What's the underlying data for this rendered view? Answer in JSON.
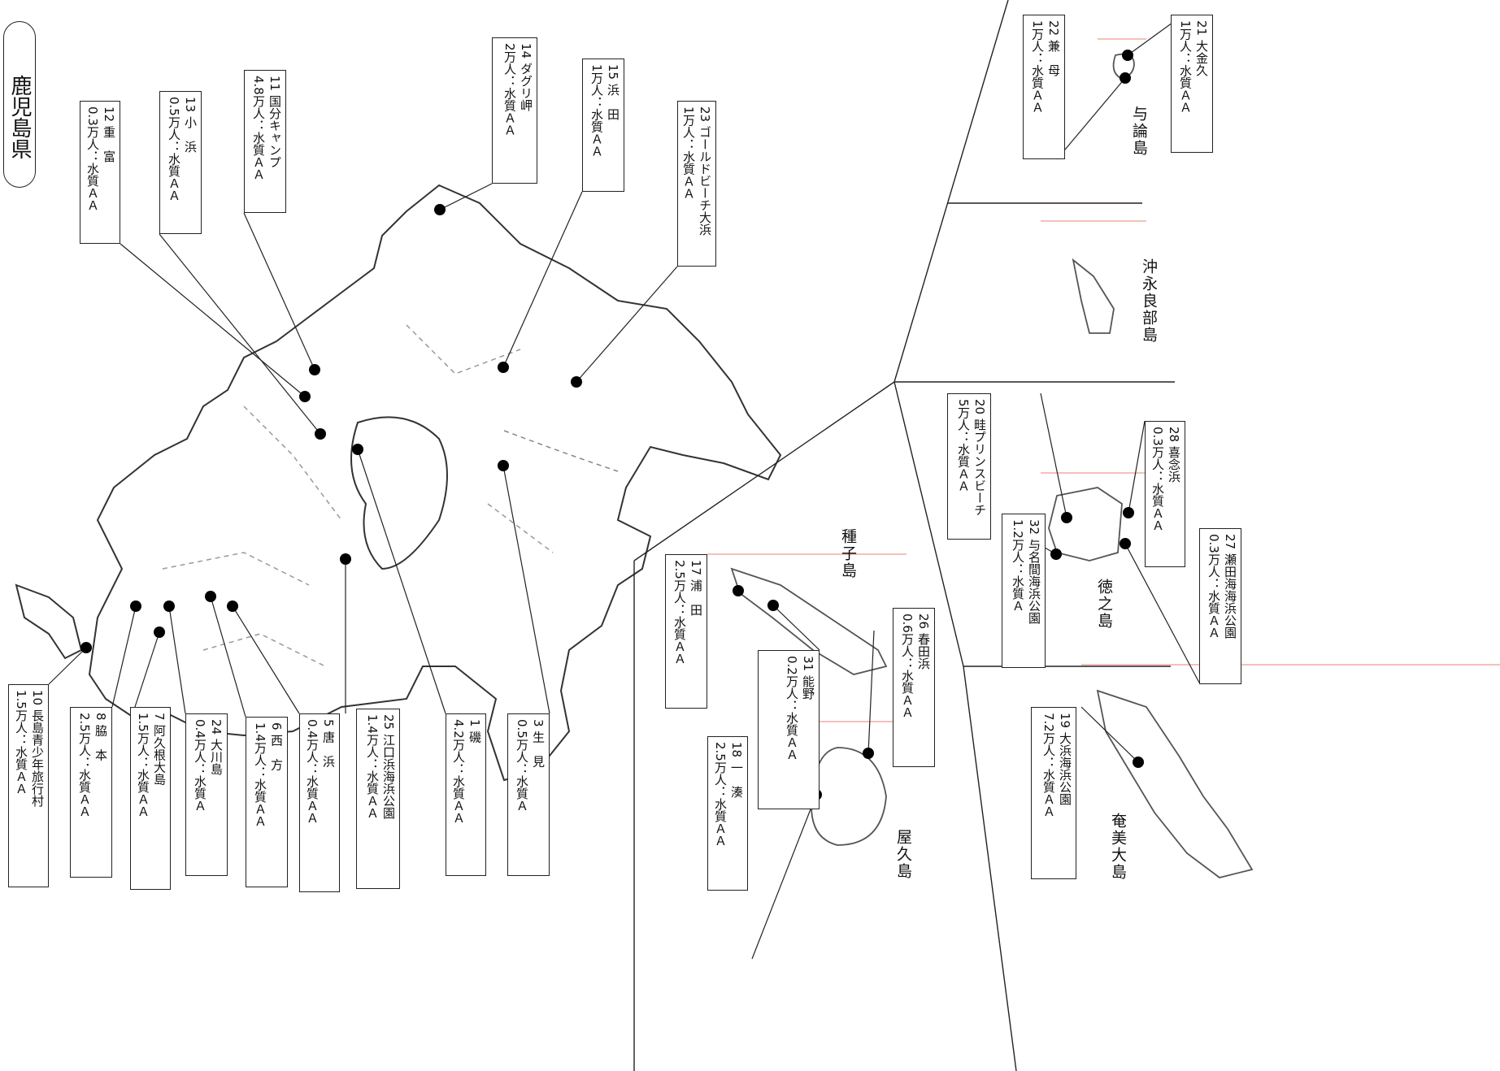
{
  "prefecture": "鹿児島県",
  "beaches": [
    {
      "id": "1",
      "no": "1",
      "name": "磯",
      "visitors": "4.2万人",
      "quality": "水質ＡＡ"
    },
    {
      "id": "3",
      "no": "3",
      "name": "生　見",
      "visitors": "0.5万人",
      "quality": "水質Ａ"
    },
    {
      "id": "5",
      "no": "5",
      "name": "唐　浜",
      "visitors": "0.4万人",
      "quality": "水質ＡＡ"
    },
    {
      "id": "6",
      "no": "6",
      "name": "西　方",
      "visitors": "1.4万人",
      "quality": "水質ＡＡ"
    },
    {
      "id": "7",
      "no": "7",
      "name": "阿久根大島",
      "visitors": "1.5万人",
      "quality": "水質ＡＡ"
    },
    {
      "id": "8",
      "no": "8",
      "name": "脇　本",
      "visitors": "2.5万人",
      "quality": "水質ＡＡ"
    },
    {
      "id": "10",
      "no": "10",
      "name": "長島青少年旅行村",
      "visitors": "1.5万人",
      "quality": "水質ＡＡ"
    },
    {
      "id": "11",
      "no": "11",
      "name": "国分キャンプ",
      "visitors": "4.8万人",
      "quality": "水質ＡＡ"
    },
    {
      "id": "12",
      "no": "12",
      "name": "重　富",
      "visitors": "0.3万人",
      "quality": "水質ＡＡ"
    },
    {
      "id": "13",
      "no": "13",
      "name": "小　浜",
      "visitors": "0.5万人",
      "quality": "水質ＡＡ"
    },
    {
      "id": "14",
      "no": "14",
      "name": "ダグリ岬",
      "visitors": "2万人",
      "quality": "水質ＡＡ"
    },
    {
      "id": "15",
      "no": "15",
      "name": "浜　田",
      "visitors": "1万人",
      "quality": "水質ＡＡ"
    },
    {
      "id": "17",
      "no": "17",
      "name": "浦　田",
      "visitors": "2.5万人",
      "quality": "水質ＡＡ"
    },
    {
      "id": "18",
      "no": "18",
      "name": "一　湊",
      "visitors": "2.5万人",
      "quality": "水質ＡＡ"
    },
    {
      "id": "19",
      "no": "19",
      "name": "大浜海浜公園",
      "visitors": "7.2万人",
      "quality": "水質ＡＡ"
    },
    {
      "id": "20",
      "no": "20",
      "name": "畦プリンスビーチ",
      "visitors": "5万人",
      "quality": "水質ＡＡ"
    },
    {
      "id": "21",
      "no": "21",
      "name": "大金久",
      "visitors": "1万人",
      "quality": "水質ＡＡ"
    },
    {
      "id": "22",
      "no": "22",
      "name": "兼　母",
      "visitors": "1万人",
      "quality": "水質ＡＡ"
    },
    {
      "id": "23",
      "no": "23",
      "name": "ゴールドビーチ大浜",
      "visitors": "1万人",
      "quality": "水質ＡＡ"
    },
    {
      "id": "24",
      "no": "24",
      "name": "大川島",
      "visitors": "0.4万人",
      "quality": "水質Ａ"
    },
    {
      "id": "25",
      "no": "25",
      "name": "江口浜海浜公園",
      "visitors": "1.4万人",
      "quality": "水質ＡＡ"
    },
    {
      "id": "26",
      "no": "26",
      "name": "春田浜",
      "visitors": "0.6万人",
      "quality": "水質ＡＡ"
    },
    {
      "id": "27",
      "no": "27",
      "name": "瀬田海海浜公園",
      "visitors": "0.3万人",
      "quality": "水質ＡＡ"
    },
    {
      "id": "28",
      "no": "28",
      "name": "喜念浜",
      "visitors": "0.3万人",
      "quality": "水質ＡＡ"
    },
    {
      "id": "31",
      "no": "31",
      "name": "能野",
      "visitors": "0.2万人",
      "quality": "水質ＡＡ"
    },
    {
      "id": "32",
      "no": "32",
      "name": "与名間海浜公園",
      "visitors": "1.2万人",
      "quality": "水質Ａ"
    }
  ],
  "islands": {
    "tanegashima": "種子島",
    "yakushima": "屋久島",
    "tokunoshima": "徳之島",
    "amami": "奄美大島",
    "okinoerabu": "沖永良部島",
    "yoron": "与論島"
  }
}
